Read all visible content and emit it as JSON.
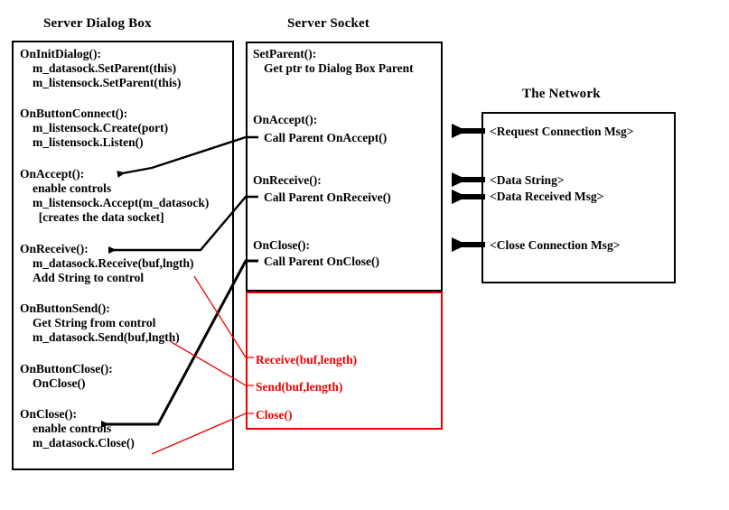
{
  "diagram": {
    "title_dialog": "Server Dialog Box",
    "title_socket": "Server Socket",
    "title_network": "The Network"
  },
  "dialog_box": {
    "blocks": [
      {
        "header": "OnInitDialog():",
        "lines": [
          "m_datasock.SetParent(this)",
          "m_listensock.SetParent(this)"
        ]
      },
      {
        "header": "OnButtonConnect():",
        "lines": [
          "m_listensock.Create(port)",
          "m_listensock.Listen()"
        ]
      },
      {
        "header": "OnAccept():",
        "lines": [
          "enable controls",
          "m_listensock.Accept(m_datasock)",
          "  [creates the data socket]"
        ]
      },
      {
        "header": "OnReceive():",
        "lines": [
          "m_datasock.Receive(buf,lngth)",
          "Add String to control"
        ]
      },
      {
        "header": "OnButtonSend():",
        "lines": [
          "Get String from control",
          "m_datasock.Send(buf,lngth)"
        ]
      },
      {
        "header": "OnButtonClose():",
        "lines": [
          "OnClose()"
        ]
      },
      {
        "header": "OnClose():",
        "lines": [
          "enable controls",
          "m_datasock.Close()"
        ]
      }
    ]
  },
  "server_socket": {
    "blocks": [
      {
        "header": "SetParent():",
        "lines": [
          "Get ptr to Dialog Box Parent"
        ]
      },
      {
        "header": "OnAccept():",
        "lines": [
          "Call Parent OnAccept()"
        ]
      },
      {
        "header": "OnReceive():",
        "lines": [
          "Call Parent OnReceive()"
        ]
      },
      {
        "header": "OnClose():",
        "lines": [
          "Call Parent OnClose()"
        ]
      }
    ],
    "red_api": [
      "Receive(buf,length)",
      "Send(buf,length)",
      "Close()"
    ]
  },
  "network": {
    "messages": [
      "<Request Connection Msg>",
      "<Data String>",
      "<Data Received Msg>",
      "<Close Connection Msg>"
    ]
  },
  "colors": {
    "outline": "#000000",
    "red": "#ee0000",
    "background": "#ffffff"
  }
}
